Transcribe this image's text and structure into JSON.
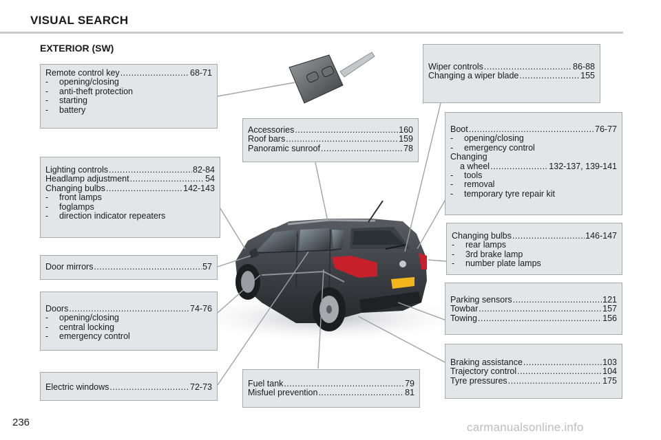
{
  "header": {
    "title": "VISUAL SEARCH"
  },
  "section": {
    "title": "EXTERIOR (SW)"
  },
  "page_number": "236",
  "watermark": "carmanualsonline.info",
  "boxes": {
    "remote": {
      "entries": [
        {
          "label": "Remote control key",
          "page": "68-71"
        }
      ],
      "items": [
        "opening/closing",
        "anti-theft protection",
        "starting",
        "battery"
      ]
    },
    "lighting": {
      "entries": [
        {
          "label": "Lighting controls",
          "page": "82-84"
        },
        {
          "label": "Headlamp adjustment",
          "page": "54"
        },
        {
          "label": "Changing bulbs",
          "page": "142-143"
        }
      ],
      "items": [
        "front lamps",
        "foglamps",
        "direction indicator repeaters"
      ]
    },
    "mirrors": {
      "entries": [
        {
          "label": "Door mirrors",
          "page": "57"
        }
      ]
    },
    "doors": {
      "entries": [
        {
          "label": "Doors",
          "page": "74-76"
        }
      ],
      "items": [
        "opening/closing",
        "central locking",
        "emergency control"
      ]
    },
    "windows": {
      "entries": [
        {
          "label": "Electric windows",
          "page": "72-73"
        }
      ]
    },
    "accessories": {
      "entries": [
        {
          "label": "Accessories",
          "page": "160"
        },
        {
          "label": "Roof bars",
          "page": "159"
        },
        {
          "label": "Panoramic sunroof",
          "page": "78"
        }
      ]
    },
    "fuel": {
      "entries": [
        {
          "label": "Fuel tank",
          "page": "79"
        },
        {
          "label": "Misfuel prevention",
          "page": "81"
        }
      ]
    },
    "wiper": {
      "entries": [
        {
          "label": "Wiper controls",
          "page": "86-88"
        },
        {
          "label": "Changing a wiper blade",
          "page": "155"
        }
      ]
    },
    "boot": {
      "entries": [
        {
          "label": "Boot",
          "page": "76-77"
        }
      ],
      "items": [
        "opening/closing",
        "emergency control"
      ],
      "changing": "Changing",
      "wheel": {
        "label": "a wheel",
        "page": "132-137, 139-141"
      },
      "items2": [
        "tools",
        "removal",
        "temporary tyre repair kit"
      ]
    },
    "rear_bulbs": {
      "entries": [
        {
          "label": "Changing bulbs",
          "page": "146-147"
        }
      ],
      "items": [
        "rear lamps",
        "3rd brake lamp",
        "number plate lamps"
      ]
    },
    "parking": {
      "entries": [
        {
          "label": "Parking sensors",
          "page": "121"
        },
        {
          "label": "Towbar",
          "page": "157"
        },
        {
          "label": "Towing",
          "page": "156"
        }
      ]
    },
    "braking": {
      "entries": [
        {
          "label": "Braking assistance",
          "page": "103"
        },
        {
          "label": "Trajectory control",
          "page": "104"
        },
        {
          "label": "Tyre pressures",
          "page": "175"
        }
      ]
    }
  },
  "colors": {
    "box_fill": "#e4e5e8",
    "box_border": "#a7a9ad",
    "car_body": "#3c3f44",
    "rear_lamp": "#c8202a",
    "plate": "#f2b51c"
  },
  "icons": {
    "key": "remote-key-icon",
    "car": "car-illustration"
  }
}
